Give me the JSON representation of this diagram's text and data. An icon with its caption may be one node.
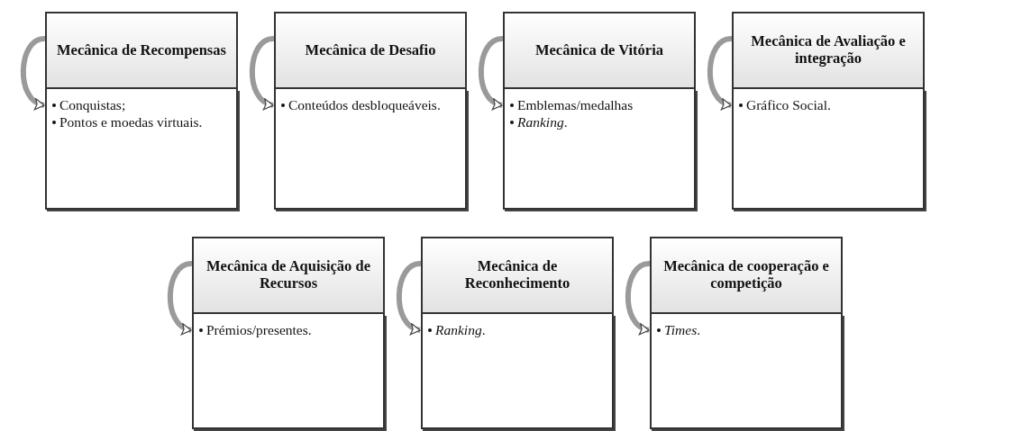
{
  "diagram": {
    "nodes": [
      {
        "text": [
          "Mecânica de Recompensas"
        ]
      },
      {
        "text": [
          "Conquistas;",
          "Pontos e moedas virtuais."
        ]
      },
      {
        "text": [
          "Mecânica de Desafio"
        ]
      },
      {
        "text": [
          "Conteúdos desbloqueáveis."
        ]
      },
      {
        "text": [
          "Mecânica de Vitória"
        ]
      },
      {
        "text": [
          "Emblemas/medalhas",
          "*Ranking*."
        ]
      },
      {
        "text": [
          "Mecânica de Avaliação e integração"
        ]
      },
      {
        "text": [
          "Gráfico Social."
        ]
      },
      {
        "text": [
          "Mecânica de Aquisição de Recursos"
        ]
      },
      {
        "text": [
          "Prémios/presentes."
        ]
      },
      {
        "text": [
          "Mecânica de Reconhecimento"
        ]
      },
      {
        "text": [
          "*Ranking*."
        ]
      },
      {
        "text": [
          "Mecânica de cooperação e competição"
        ]
      },
      {
        "text": [
          "*Times*."
        ]
      }
    ],
    "edges": [
      {
        "from": 0,
        "to": 1,
        "arrow": "to"
      },
      {
        "from": 2,
        "to": 3,
        "arrow": "to"
      },
      {
        "from": 4,
        "to": 5,
        "arrow": "to"
      },
      {
        "from": 6,
        "to": 7,
        "arrow": "to"
      },
      {
        "from": 8,
        "to": 9,
        "arrow": "to"
      },
      {
        "from": 10,
        "to": 11,
        "arrow": "to"
      },
      {
        "from": 12,
        "to": 13,
        "arrow": "to"
      }
    ]
  }
}
